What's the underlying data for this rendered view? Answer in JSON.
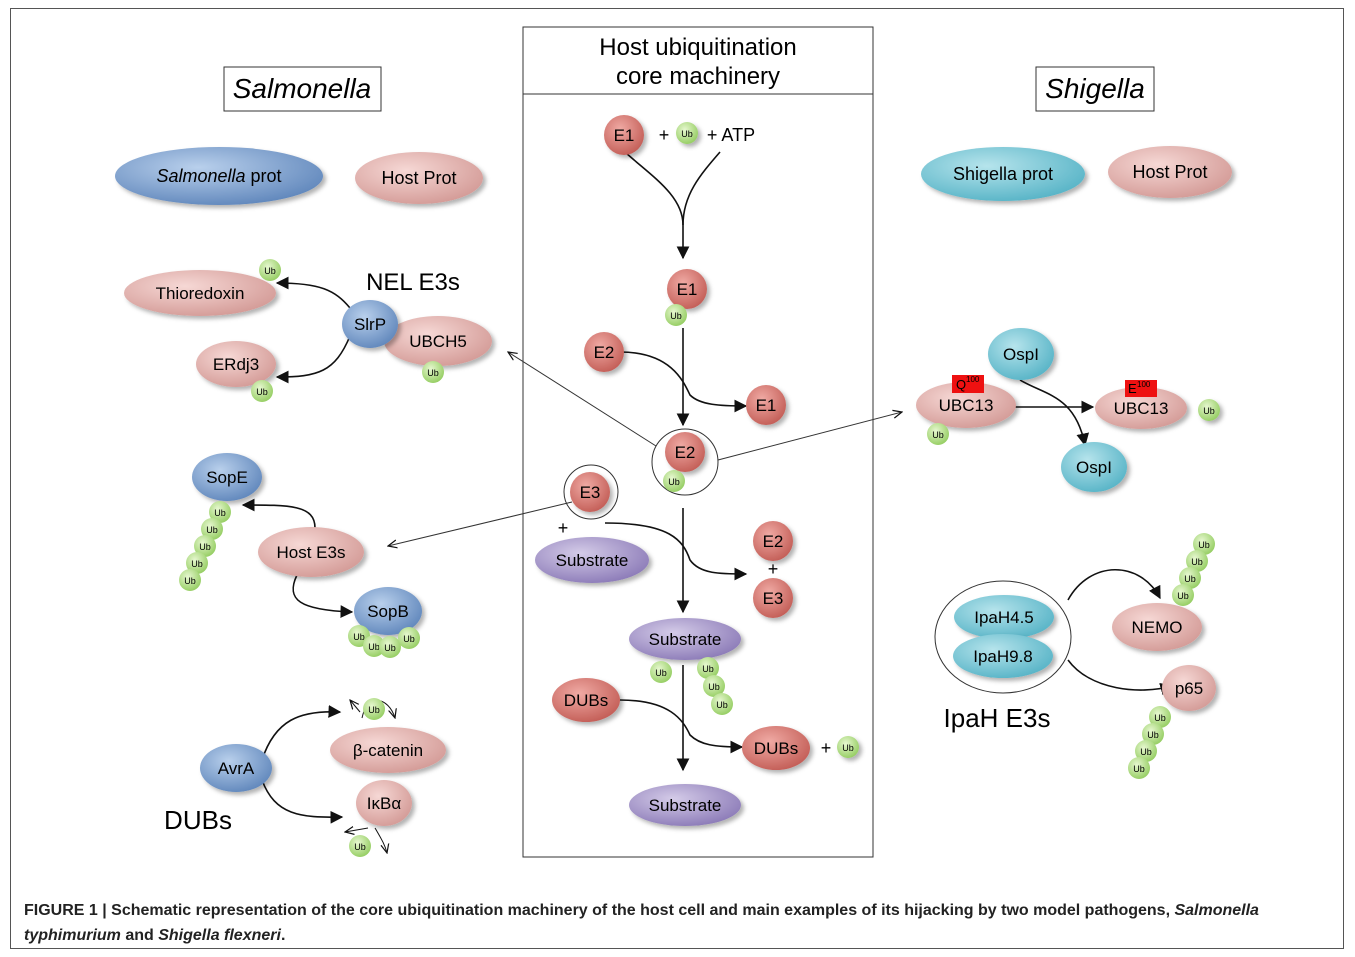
{
  "headers": {
    "salmonella": "Salmonella",
    "shigella": "Shigella",
    "core_line1": "Host ubiquitination",
    "core_line2": "core machinery"
  },
  "legend": {
    "salmonella_prot_italic": "Salmonella",
    "salmonella_prot_rest": " prot",
    "host_prot_left": "Host Prot",
    "shigella_prot": "Shigella prot",
    "host_prot_right": "Host Prot"
  },
  "ub": "Ub",
  "core": {
    "e1": "E1",
    "plus": "+",
    "atp": "+ ATP",
    "e2": "E2",
    "e3": "E3",
    "substrate": "Substrate",
    "dubs": "DUBs"
  },
  "salmonella": {
    "nel_title": "NEL E3s",
    "slrp": "SlrP",
    "ubch5": "UBCH5",
    "thioredoxin": "Thioredoxin",
    "erdj3": "ERdj3",
    "sope": "SopE",
    "host_e3s": "Host E3s",
    "sopb": "SopB",
    "avra": "AvrA",
    "beta_catenin": "β-catenin",
    "ikba": "IκBα",
    "dubs_title": "DUBs"
  },
  "shigella": {
    "ospi": "OspI",
    "ubc13": "UBC13",
    "q100": "Q",
    "e100": "E",
    "residue": "100",
    "ipah45": "IpaH4.5",
    "ipah98": "IpaH9.8",
    "nemo": "NEMO",
    "p65": "p65",
    "ipah_title": "IpaH E3s"
  },
  "caption": {
    "lead": "FIGURE 1 | Schematic representation of the core ubiquitination machinery of the host cell and main examples of its hijacking by two model pathogens, ",
    "species1": "Salmonella typhimurium",
    "and": " and ",
    "species2": "Shigella flexneri",
    "end": "."
  },
  "colors": {
    "salmonella_prot": "#7fa3cf",
    "host_prot": "#e8b4b0",
    "shigella_prot": "#7ec8d6",
    "core_red": "#d97b74",
    "substrate": "#a99ac9",
    "ub": "#b8e28c",
    "mutation": "#ee1111"
  }
}
